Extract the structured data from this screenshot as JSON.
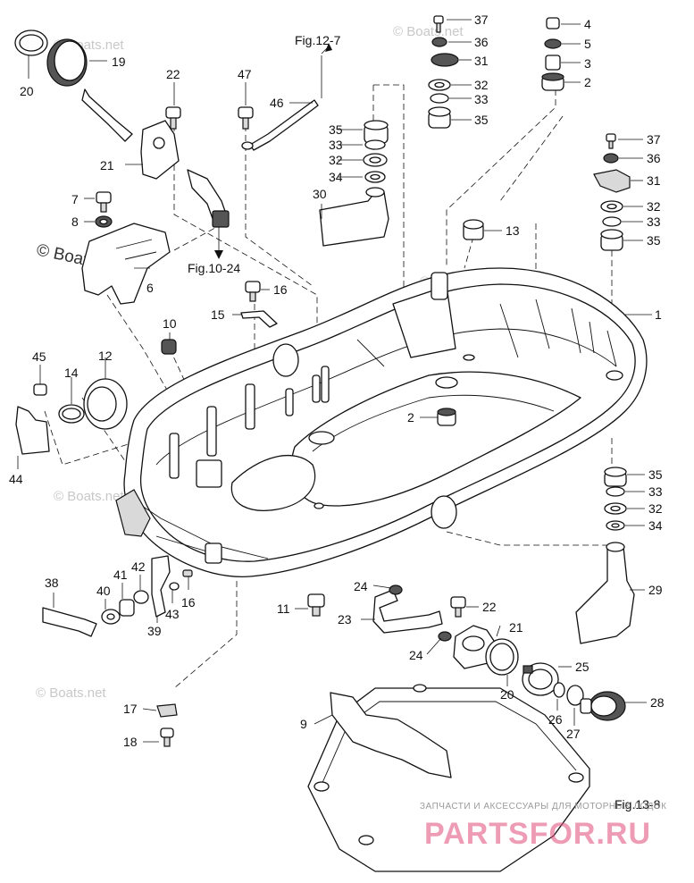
{
  "figure_refs": {
    "top": "Fig.12-7",
    "middle": "Fig.10-24",
    "bottom_right": "Fig.13-8"
  },
  "callouts": {
    "c1": "1",
    "c2a": "2",
    "c2b": "2",
    "c3": "3",
    "c4": "4",
    "c5": "5",
    "c6": "6",
    "c7": "7",
    "c8": "8",
    "c9": "9",
    "c10": "10",
    "c11": "11",
    "c12": "12",
    "c13": "13",
    "c14": "14",
    "c15": "15",
    "c16a": "16",
    "c16b": "16",
    "c17": "17",
    "c18": "18",
    "c19": "19",
    "c20a": "20",
    "c20b": "20",
    "c21a": "21",
    "c21b": "21",
    "c22a": "22",
    "c22b": "22",
    "c23": "23",
    "c24a": "24",
    "c24b": "24",
    "c25": "25",
    "c26": "26",
    "c27": "27",
    "c28": "28",
    "c29": "29",
    "c30": "30",
    "c31a": "31",
    "c31b": "31",
    "c32a": "32",
    "c32b": "32",
    "c32c": "32",
    "c32d": "32",
    "c33a": "33",
    "c33b": "33",
    "c33c": "33",
    "c33d": "33",
    "c34a": "34",
    "c34b": "34",
    "c35a": "35",
    "c35b": "35",
    "c35c": "35",
    "c35d": "35",
    "c36a": "36",
    "c36b": "36",
    "c37a": "37",
    "c37b": "37",
    "c38": "38",
    "c39": "39",
    "c40": "40",
    "c41": "41",
    "c42": "42",
    "c43": "43",
    "c44": "44",
    "c45": "45",
    "c46": "46",
    "c47": "47"
  },
  "watermarks": {
    "big": "© Boats.net",
    "small": "© Boats.net"
  },
  "footer": {
    "tagline": "ЗАПЧАСТИ И АКСЕССУАРЫ ДЛЯ МОТОРНЫХ ЛОДОК",
    "brand": "PARTSFOR.RU"
  }
}
